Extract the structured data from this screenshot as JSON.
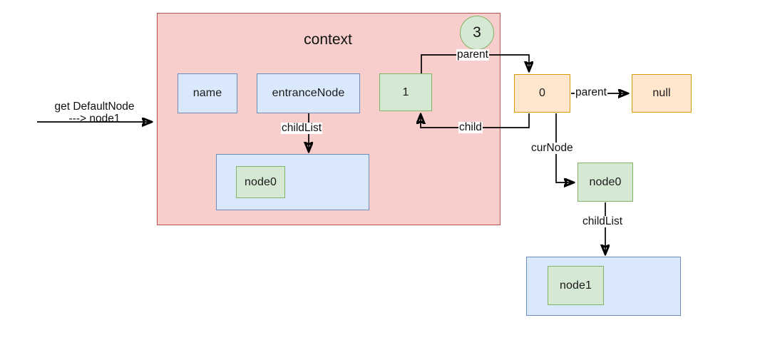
{
  "diagram": {
    "title": "context",
    "badge": "3",
    "entry": {
      "label_top": "get DefaultNode",
      "label_bottom": "---> node1"
    },
    "context_fields": {
      "name": "name",
      "entrance_node": "entranceNode",
      "stack_top": "1"
    },
    "context_child_list": {
      "edge_label": "childList",
      "item": "node0"
    },
    "stack": {
      "frame_zero": "0",
      "parent_target": "null",
      "edge_parent_top": "parent",
      "edge_parent_right": "parent",
      "edge_child": "child"
    },
    "cur": {
      "edge_label": "curNode",
      "node": "node0",
      "child_list_edge": "childList",
      "child_item": "node1"
    },
    "colors": {
      "context_fill": "#f8cecc",
      "context_stroke": "#b85450",
      "blue_fill": "#dae8fc",
      "blue_stroke": "#6c8ebf",
      "green_fill": "#d5e8d4",
      "green_stroke": "#82b366",
      "yellow_fill": "#ffe6cc",
      "yellow_stroke": "#d79b00",
      "edge_stroke": "#000000"
    }
  }
}
